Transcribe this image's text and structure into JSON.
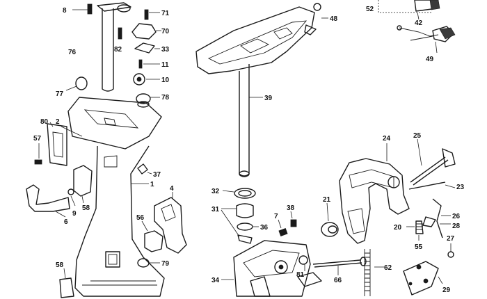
{
  "diagram": {
    "callouts": [
      "8",
      "71",
      "70",
      "76",
      "82",
      "33",
      "11",
      "10",
      "78",
      "77",
      "80",
      "2",
      "57",
      "37",
      "1",
      "4",
      "58",
      "9",
      "6",
      "56",
      "79",
      "58",
      "48",
      "39",
      "32",
      "31",
      "36",
      "7",
      "38",
      "34",
      "21",
      "81",
      "66",
      "52",
      "42",
      "49",
      "24",
      "25",
      "23",
      "26",
      "28",
      "20",
      "55",
      "27",
      "62",
      "29"
    ],
    "colors": {
      "ink": "#1a1a1a",
      "paper": "#ffffff"
    }
  }
}
